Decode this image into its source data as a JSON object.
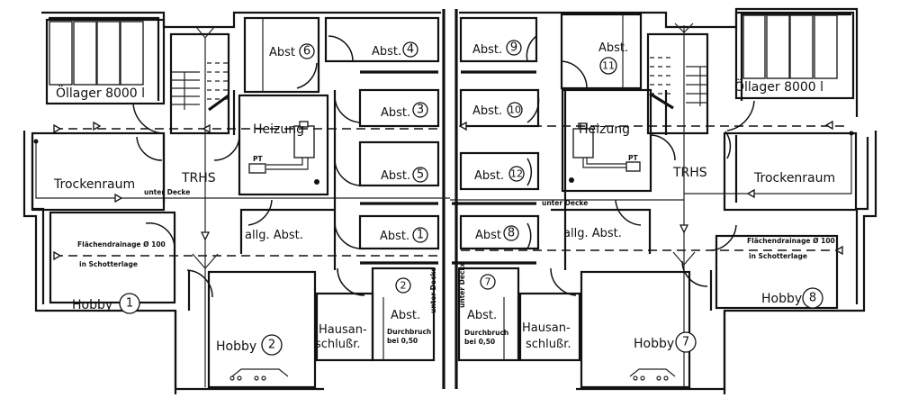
{
  "drawing": {
    "type": "floor-plan",
    "level": "basement",
    "units": [
      "left",
      "right"
    ]
  },
  "rooms": {
    "left": {
      "oil_storage": "Öllager 8000 l",
      "drying_room": "Trockenraum",
      "stairwell": "TRHS",
      "heating": "Heizung",
      "heating_device": "PT",
      "common_storage": "allg. Abst.",
      "hobby_1": {
        "label": "Hobby",
        "number": "1"
      },
      "hobby_2": {
        "label": "Hobby",
        "number": "2"
      },
      "house_connection_line1": "Hausan-",
      "house_connection_line2": "schlußr.",
      "storage_2": {
        "label": "Abst.",
        "number": "2"
      },
      "storage_2_note_line1": "Durchbruch",
      "storage_2_note_line2": "bei 0,50",
      "under_ceiling_vertical": "unter Decke",
      "under_ceiling": "unter Decke",
      "drainage_line1": "Flächendrainage Ø 100",
      "drainage_line2": "in Schotterlage"
    },
    "right": {
      "oil_storage": "Öllager 8000 l",
      "drying_room": "Trockenraum",
      "stairwell": "TRHS",
      "heating": "Heizung",
      "heating_device": "PT",
      "common_storage": "allg. Abst.",
      "hobby_7": {
        "label": "Hobby",
        "number": "7"
      },
      "hobby_8": {
        "label": "Hobby",
        "number": "8"
      },
      "house_connection_line1": "Hausan-",
      "house_connection_line2": "schlußr.",
      "storage_7": {
        "label": "Abst.",
        "number": "7"
      },
      "storage_7_note_line1": "Durchbruch",
      "storage_7_note_line2": "bei 0,50",
      "under_ceiling_vertical": "unter Decke",
      "under_ceiling": "unter Decke",
      "drainage_line1": "Flächendrainage Ø 100",
      "drainage_line2": "in Schotterlage"
    },
    "storage_units": [
      {
        "label": "Abst",
        "number": "6"
      },
      {
        "label": "Abst.",
        "number": "4"
      },
      {
        "label": "Abst.",
        "number": "3"
      },
      {
        "label": "Abst.",
        "number": "5"
      },
      {
        "label": "Abst.",
        "number": "1"
      },
      {
        "label": "Abst.",
        "number": "9"
      },
      {
        "label": "Abst.",
        "number": "11"
      },
      {
        "label": "Abst.",
        "number": "10"
      },
      {
        "label": "Abst.",
        "number": "12"
      },
      {
        "label": "Abst",
        "number": "8"
      }
    ]
  }
}
